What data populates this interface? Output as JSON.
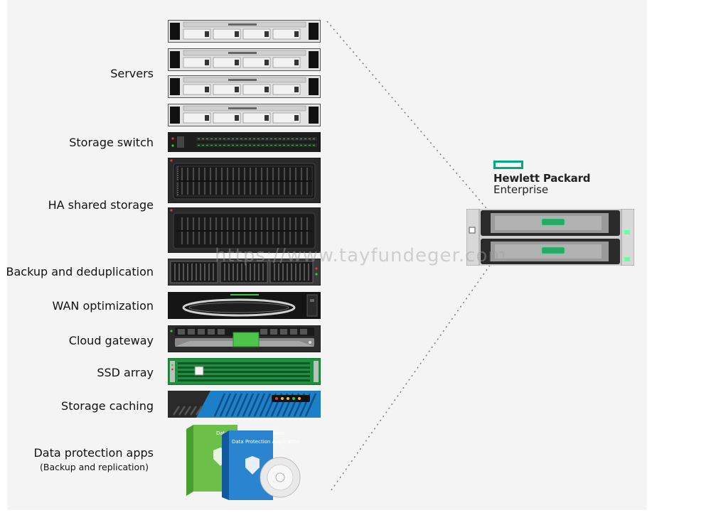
{
  "categories": [
    {
      "key": "servers",
      "label": "Servers"
    },
    {
      "key": "storage-switch",
      "label": "Storage switch"
    },
    {
      "key": "ha-shared-storage",
      "label": "HA shared storage"
    },
    {
      "key": "backup-dedup",
      "label": "Backup and deduplication"
    },
    {
      "key": "wan-optimization",
      "label": "WAN optimization"
    },
    {
      "key": "cloud-gateway",
      "label": "Cloud gateway"
    },
    {
      "key": "ssd-array",
      "label": "SSD array"
    },
    {
      "key": "storage-caching",
      "label": "Storage caching"
    },
    {
      "key": "data-protection-apps",
      "label": "Data protection apps",
      "sublabel": "(Backup and replication)"
    }
  ],
  "software_boxes": [
    {
      "key": "box-green",
      "label": "Data Protection Application",
      "color": "#5fb840"
    },
    {
      "key": "box-blue",
      "label": "Data Protection Application",
      "color": "#1f78c8"
    }
  ],
  "brand": {
    "line1": "Hewlett Packard",
    "line2": "Enterprise",
    "accent": "#01a982"
  },
  "watermark": "https://www.tayfundeger.com",
  "colors": {
    "panel_bg": "#f4f4f4",
    "server_face": "#d9d9d9",
    "dark_chassis": "#222222",
    "ssd_green": "#1fa34a",
    "caching_blue": "#1c7fc8"
  }
}
